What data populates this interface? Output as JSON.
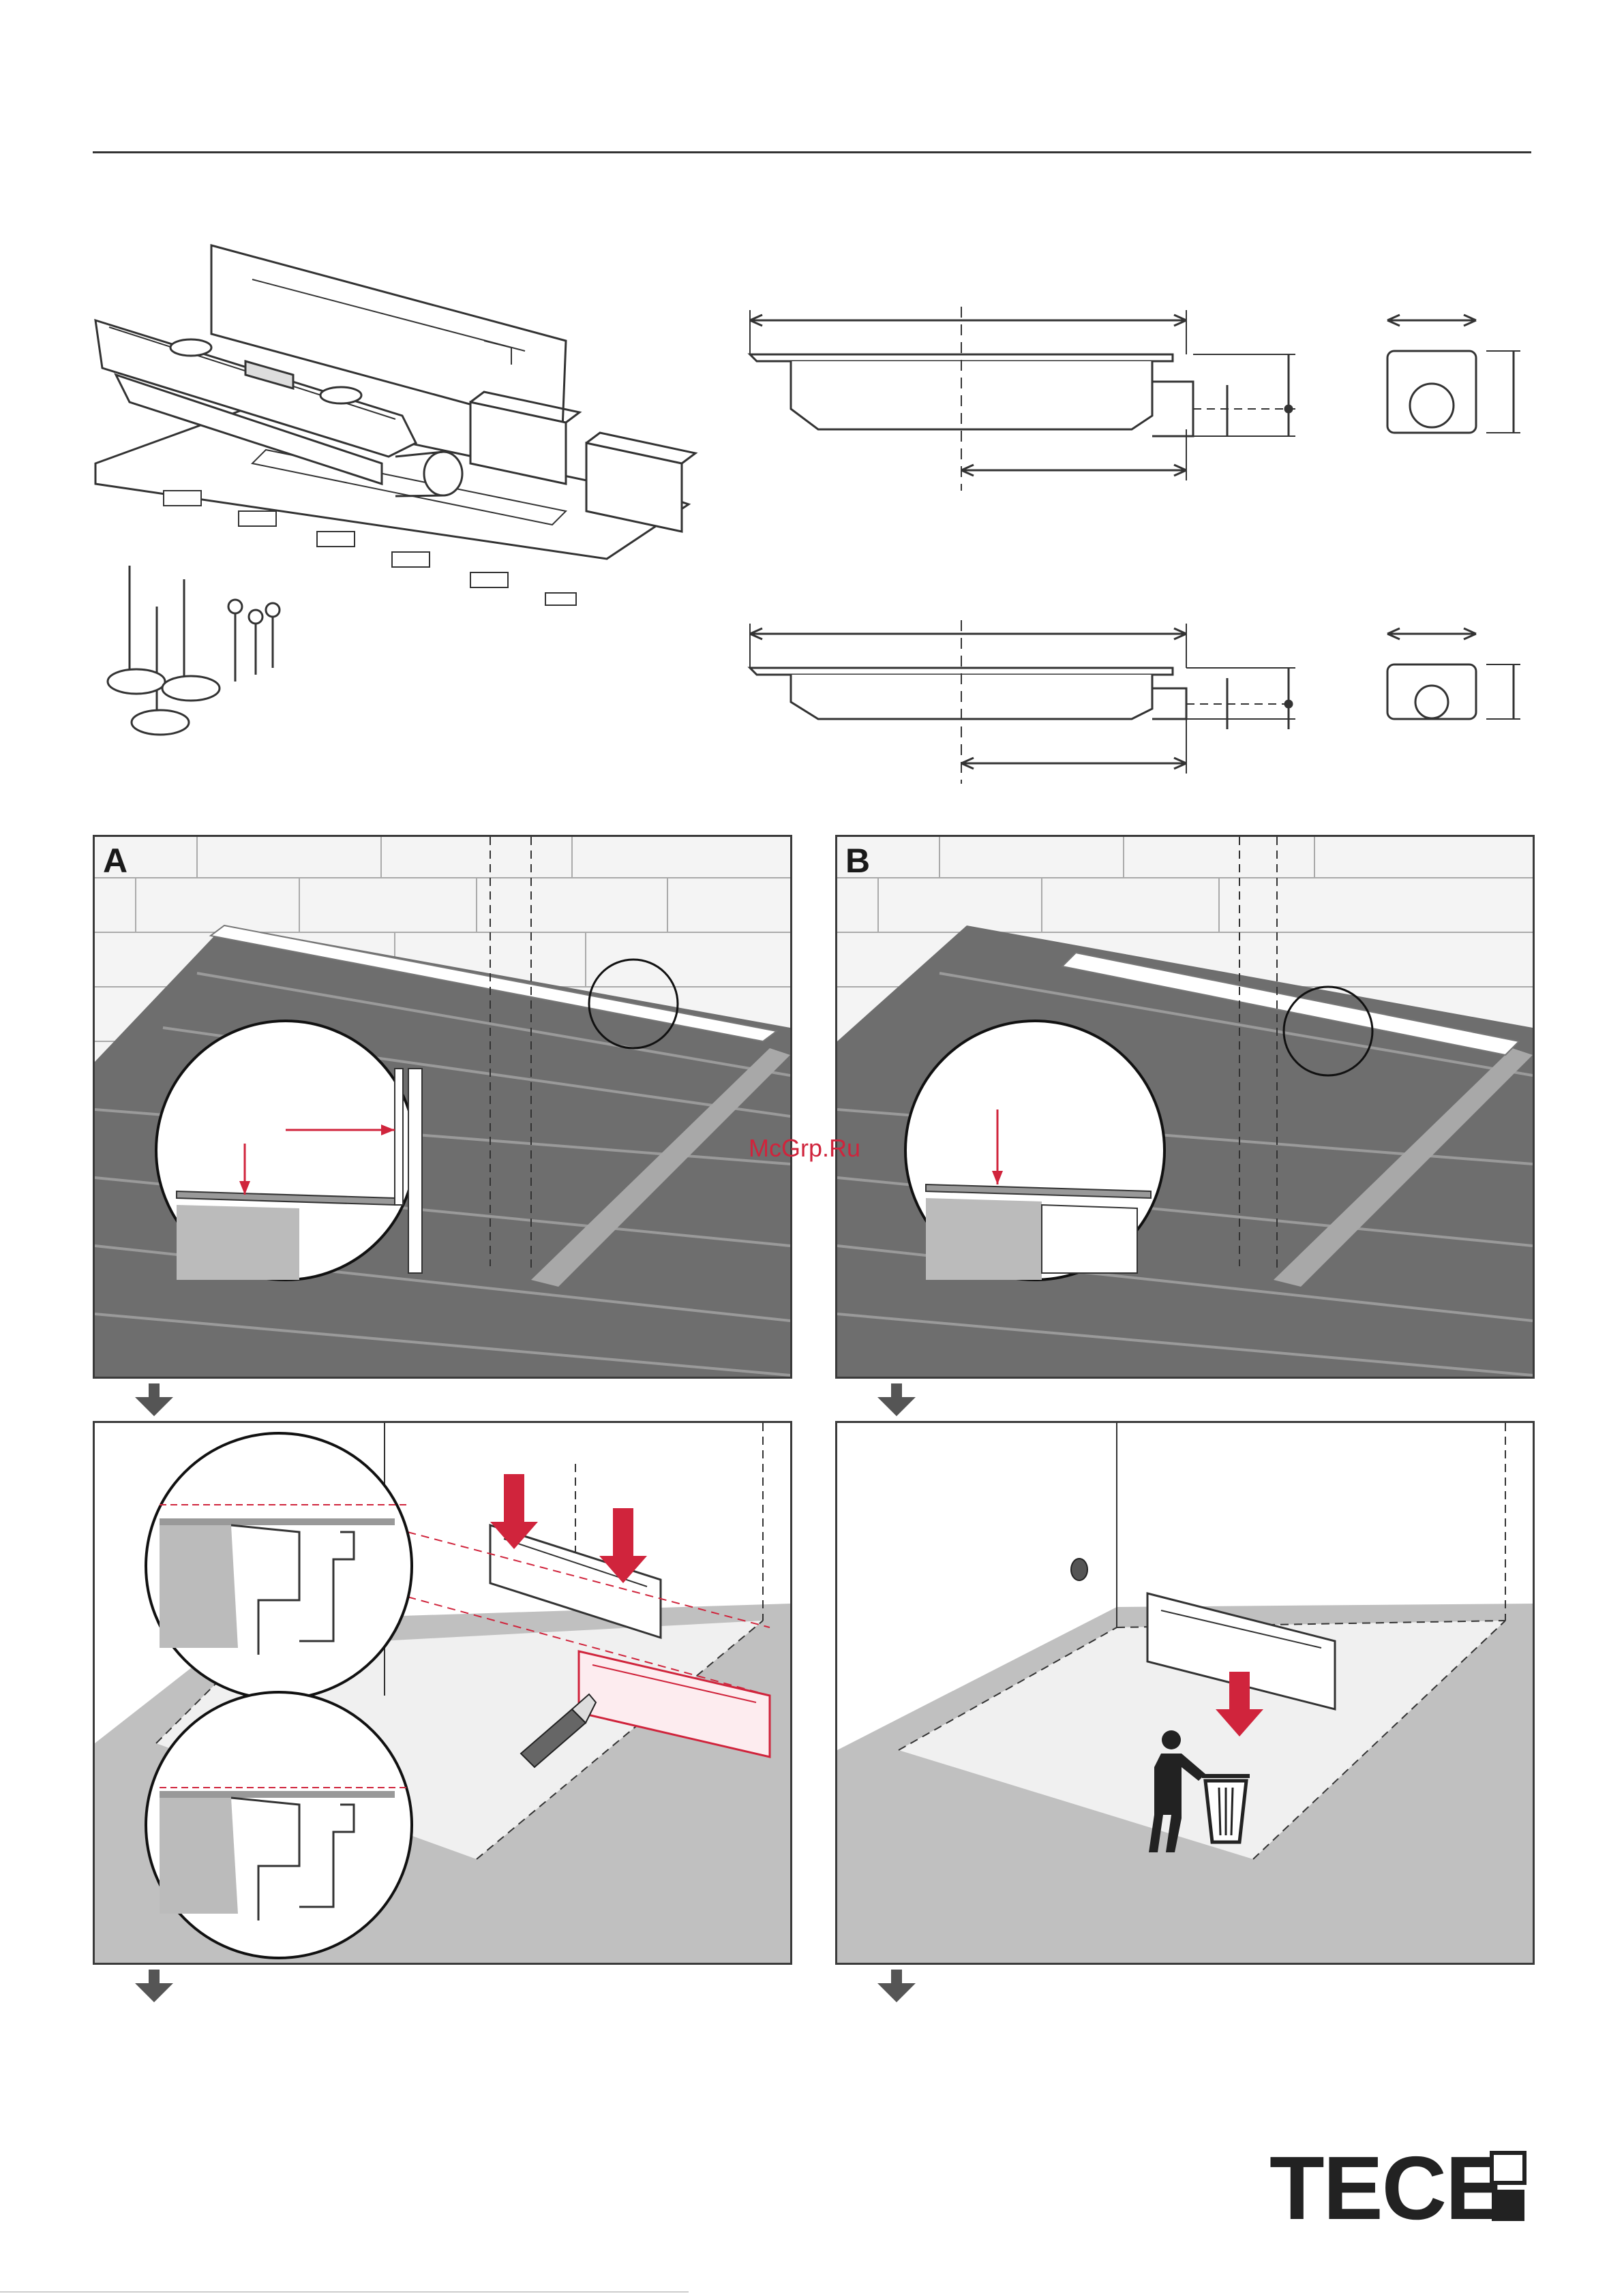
{
  "header": {
    "rule_color": "#333333"
  },
  "panels": {
    "a": {
      "label": "A"
    },
    "b": {
      "label": "B"
    },
    "c": {
      "label": ""
    },
    "d": {
      "label": ""
    }
  },
  "watermark": {
    "text": "McGrp.Ru"
  },
  "brand": {
    "name": "TECE",
    "logo_color": "#222222"
  },
  "colors": {
    "accent": "#d0243c",
    "tile": "#6e6e6e",
    "grout": "#9a9a9a",
    "floor": "#c0c0c0"
  },
  "icons": [
    "trash-bin-person-icon",
    "utility-knife-icon",
    "down-arrow-icon"
  ]
}
